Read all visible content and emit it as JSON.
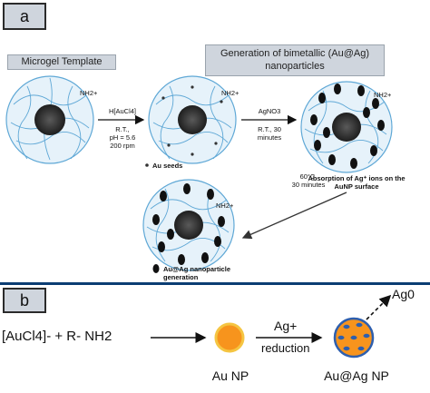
{
  "panel_a": {
    "tag": "a",
    "microgel_template": "Microgel Template",
    "generation_title": "Generation of bimetallic (Au@Ag) nanoparticles",
    "step1": {
      "line1": "H[AuCl4]",
      "line2": "R.T.,",
      "line3": "pH = 5.6",
      "line4": "200 rpm"
    },
    "step2": {
      "line1": "AgNO3",
      "line2": "R.T., 30",
      "line3": "minutes"
    },
    "step3": {
      "line1": "60°C,",
      "line2": "30 minutes"
    },
    "au_seeds": "Au seeds",
    "absorption": "Absorption of Ag⁺ ions on the AuNP surface",
    "generation_label": "Au@Ag nanoparticle generation",
    "nh2_label": "NH2+"
  },
  "panel_b": {
    "tag": "b",
    "reactant": "[AuCl4]- + R- NH2",
    "reagent": "Ag+",
    "reduction": "reduction",
    "product_label": "Ag0",
    "au_np": "Au NP",
    "auag_np": "Au@Ag NP"
  },
  "colors": {
    "panel_tag_bg": "#cfd5dd",
    "separator": "#0b3d73",
    "microgel_fiber": "#5fa8d6",
    "core": "#3a3a3a",
    "au_np_fill": "#f7941d",
    "au_np_stroke": "#f5c542",
    "ag_dot": "#2e5fae",
    "np_dark": "#111111"
  }
}
